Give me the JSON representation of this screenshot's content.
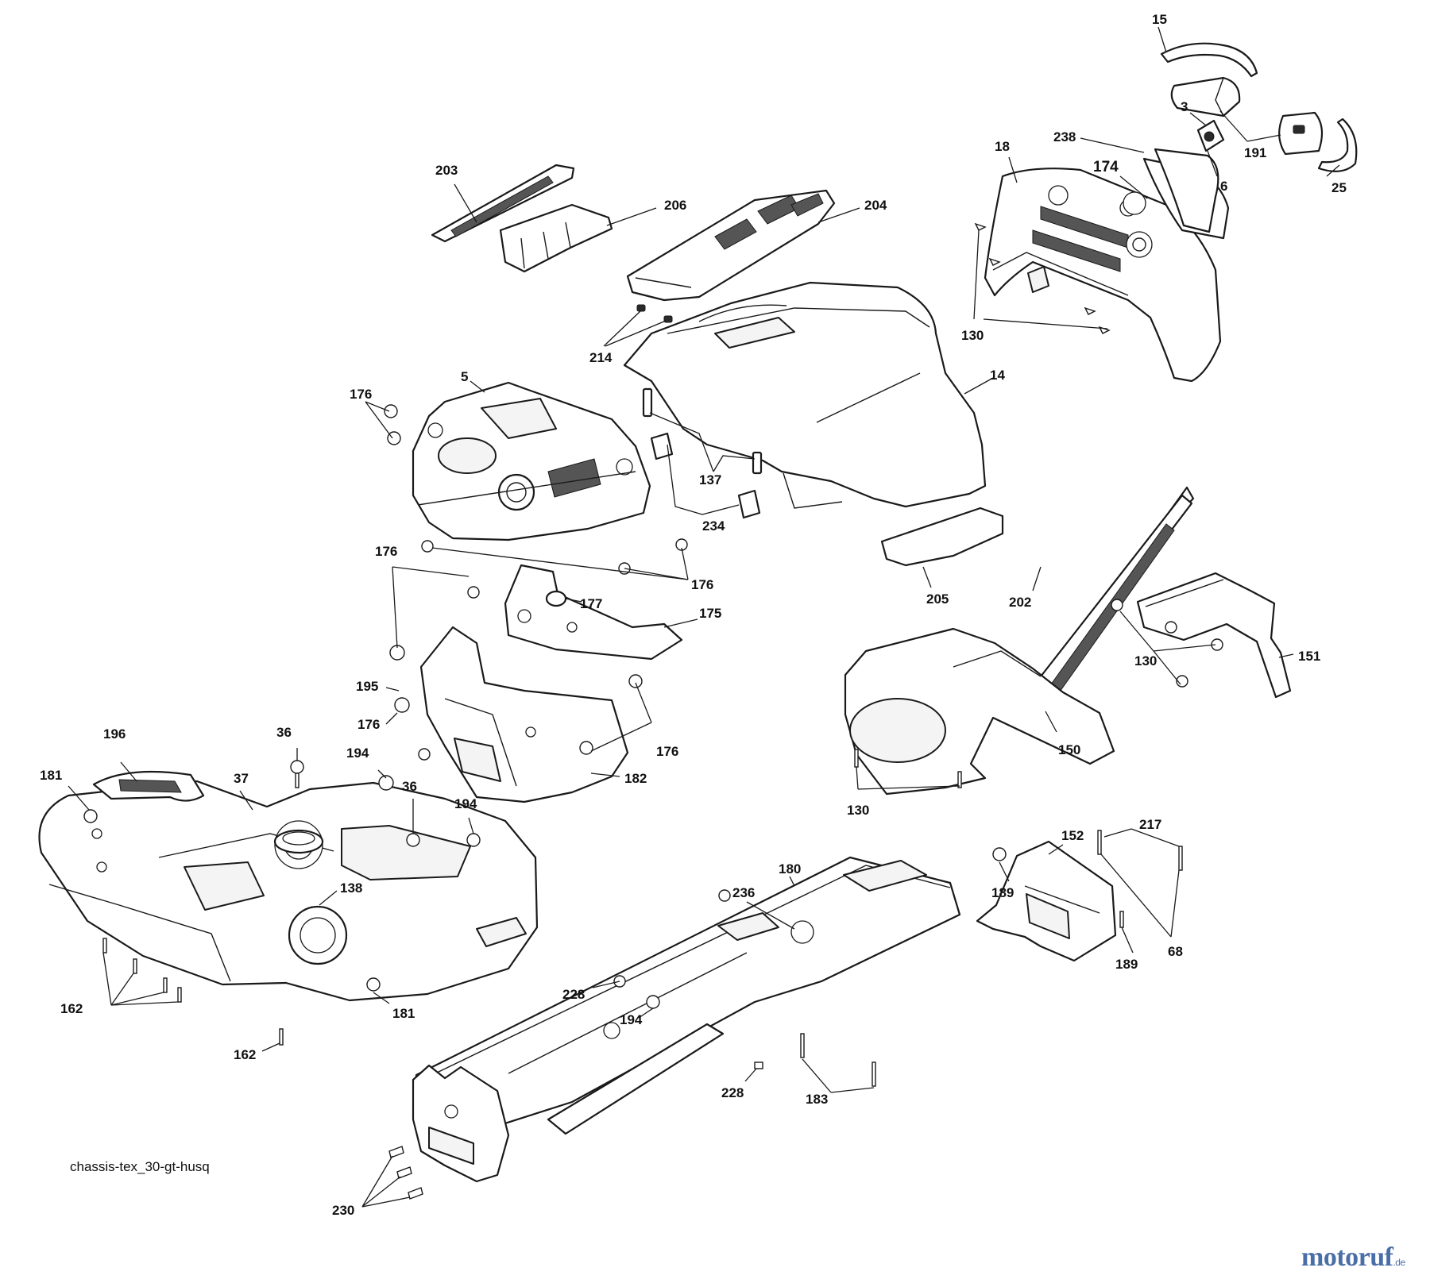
{
  "caption": "chassis-tex_30-gt-husq",
  "watermark": {
    "name": "motoruf",
    "suffix": ".de"
  },
  "callouts": [
    "15",
    "3",
    "191",
    "25",
    "6",
    "238",
    "18",
    "174",
    "130",
    "203",
    "206",
    "204",
    "214",
    "5",
    "176",
    "14",
    "137",
    "234",
    "205",
    "202",
    "176",
    "176",
    "177",
    "175",
    "195",
    "176",
    "176",
    "182",
    "151",
    "130",
    "150",
    "130",
    "196",
    "181",
    "37",
    "36",
    "194",
    "36",
    "194",
    "138",
    "162",
    "181",
    "162",
    "180",
    "236",
    "152",
    "217",
    "189",
    "189",
    "68",
    "228",
    "194",
    "228",
    "183",
    "230"
  ]
}
